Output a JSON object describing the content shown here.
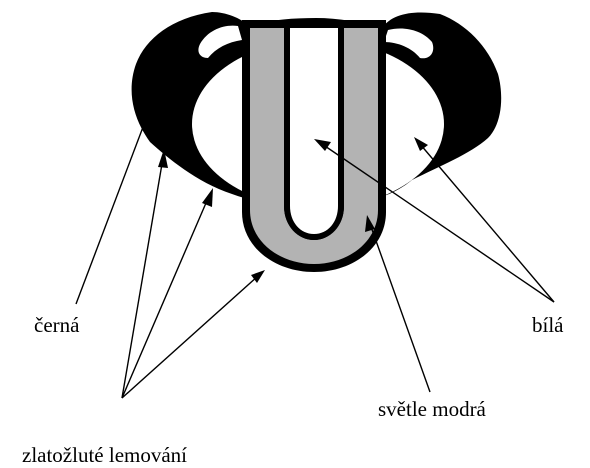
{
  "labels": {
    "black": "černá",
    "white": "bílá",
    "light_blue": "světle modrá",
    "golden_yellow_border": "zlatožluté lemování"
  },
  "colors": {
    "black": "#000000",
    "white": "#ffffff",
    "light_blue": "#b3b3b3"
  }
}
